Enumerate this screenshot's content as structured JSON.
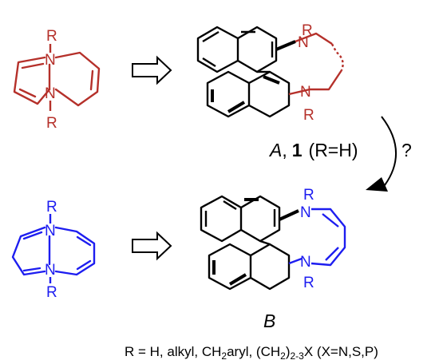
{
  "colors": {
    "red": "#b5302a",
    "blue": "#1d1df0",
    "black": "#000000"
  },
  "atoms": {
    "R": "R",
    "N": "N"
  },
  "compound_A": {
    "italic": "A",
    "sep": ",",
    "number": "1",
    "cond": "(R=H)"
  },
  "compound_B": {
    "italic": "B"
  },
  "question": "?",
  "footnote": {
    "p1": "R = H, alkyl, CH",
    "s1": "2",
    "p2": "aryl, (CH",
    "s2": "2",
    "p3": ")",
    "s3": "2-3",
    "p4": "X (X=N,S,P)"
  }
}
